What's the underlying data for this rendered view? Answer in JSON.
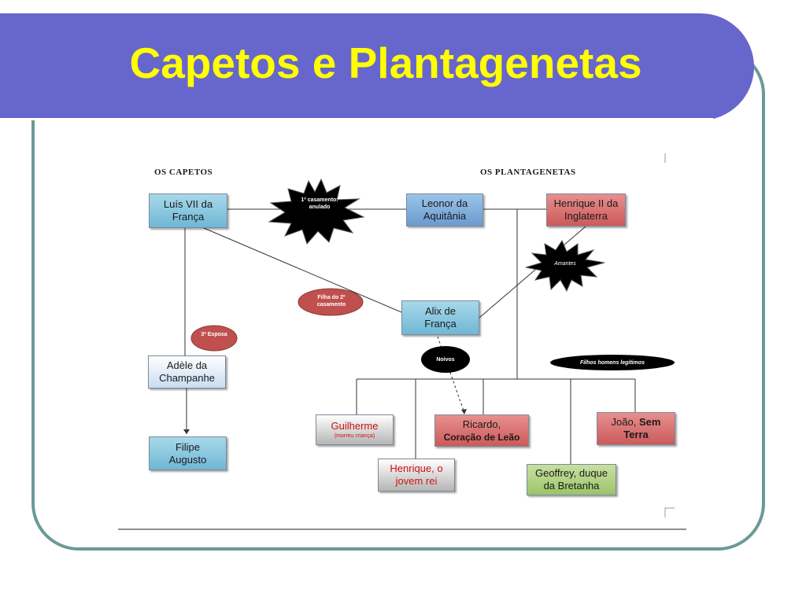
{
  "slide": {
    "title": "Capetos e Plantagenetas"
  },
  "headings": {
    "capetos": "OS CAPETOS",
    "plantagenetas": "OS PLANTAGENETAS"
  },
  "nodes": {
    "luis": "Luís VII da França",
    "leonor": "Leonor da Aquitânia",
    "henrique2": "Henrique II da Inglaterra",
    "alix": "Alix de França",
    "adele": "Adèle da Champanhe",
    "filipe": "Filipe Augusto",
    "guilherme": "Guilherme",
    "guilherme_note": "(morreu criança)",
    "henrique_jovem": "Henrique, o jovem rei",
    "ricardo_1": "Ricardo,",
    "ricardo_2": "Coração de Leão",
    "geoffrey": "Geoffrey, duque da Bretanha",
    "joao_1": "João, ",
    "joao_2": "Sem",
    "joao_3": "Terra"
  },
  "labels": {
    "casamento": "1º casamento: anulado",
    "amantes": "Amantes",
    "filha": "Filha do 2º casamento",
    "esposa": "3ª Esposa",
    "noivos": "Noivos",
    "filhos": "Filhos homens legítimos"
  },
  "colors": {
    "title_bar": "#6666cc",
    "title_text": "#ffff00",
    "frame_border": "#6a9a96",
    "label_red": "#c0504d"
  }
}
